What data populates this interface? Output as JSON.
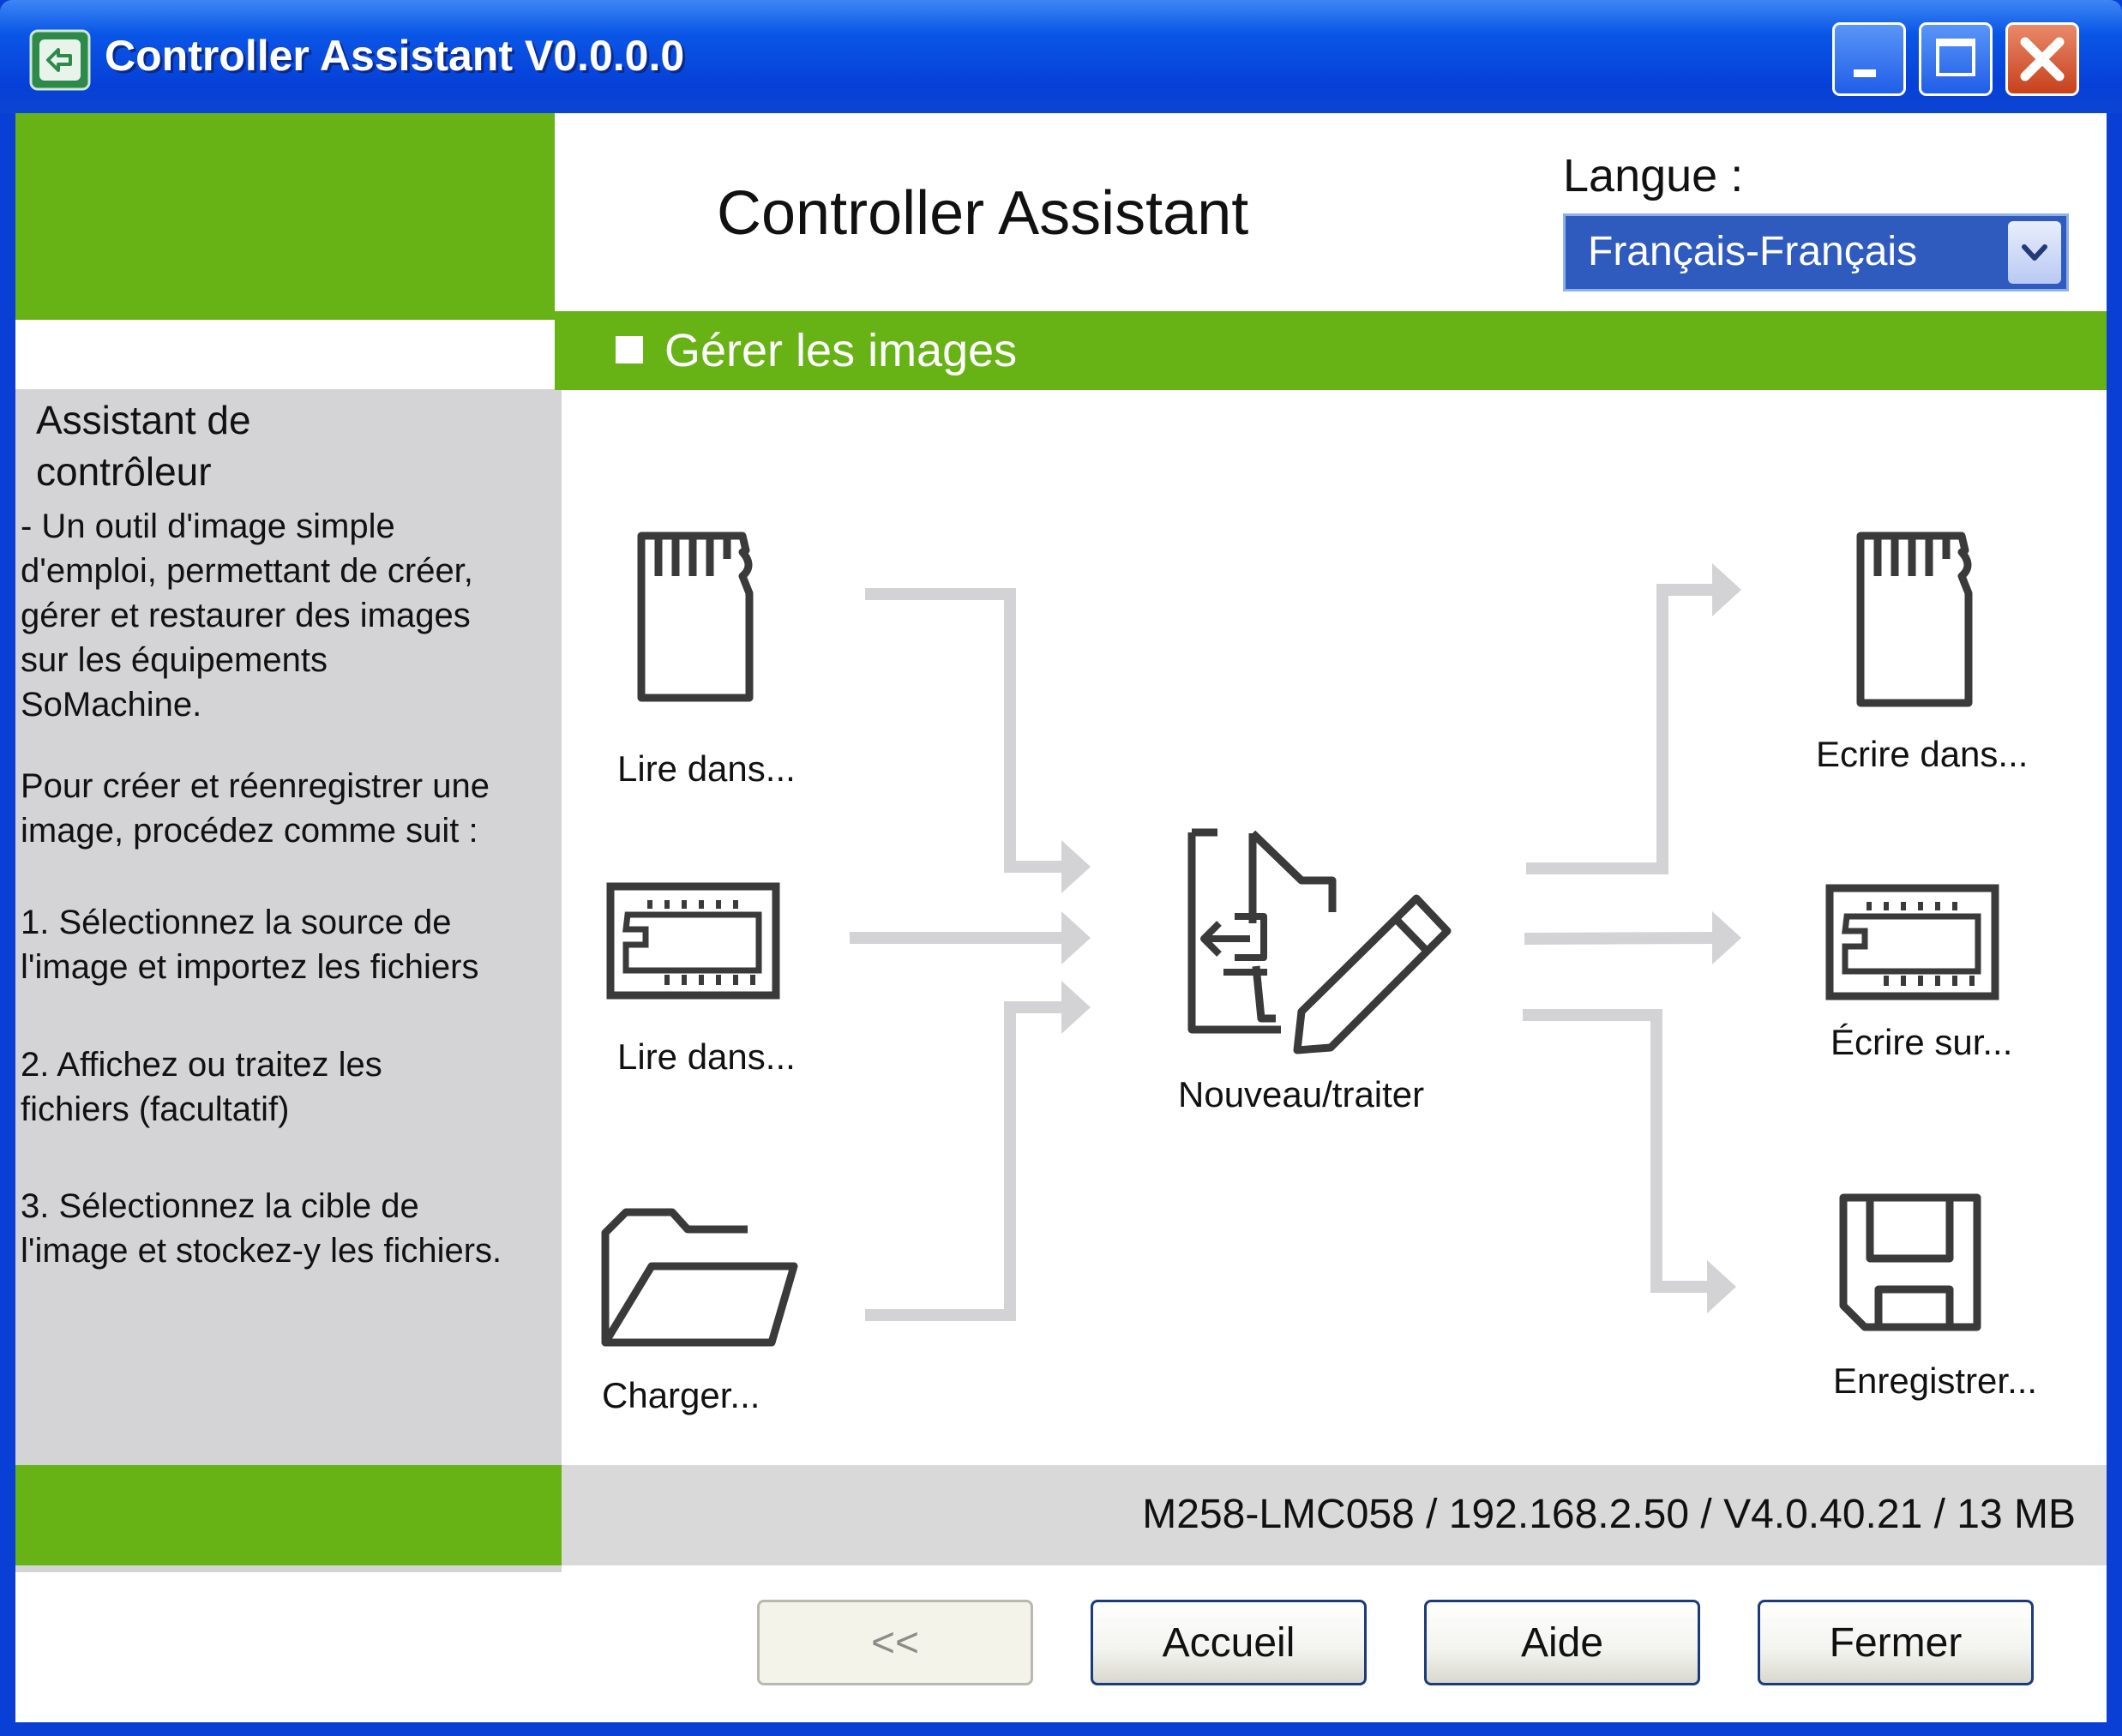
{
  "window": {
    "title": "Controller Assistant V0.0.0.0",
    "icon": "app-arrow-icon"
  },
  "header": {
    "app_title": "Controller Assistant",
    "language_label": "Langue :",
    "language_value": "Français-Français"
  },
  "section": {
    "title": "Gérer les images"
  },
  "sidebar": {
    "heading": "Assistant de\ncontrôleur",
    "intro": "- Un outil d'image simple\nd'emploi, permettant de créer,\ngérer et restaurer des images\nsur les équipements\nSoMachine.",
    "instructions": "Pour créer et réenregistrer une\nimage, procédez comme suit :",
    "step1": "1. Sélectionnez la source de\nl'image et importez les fichiers",
    "step2": "2. Affichez ou traitez les\nfichiers (facultatif)",
    "step3": "3. Sélectionnez la cible de\nl'image et stockez-y les fichiers."
  },
  "sources": [
    {
      "label": "Lire dans...",
      "icon": "sd-card-icon"
    },
    {
      "label": "Lire dans...",
      "icon": "controller-icon"
    },
    {
      "label": "Charger...",
      "icon": "folder-open-icon"
    }
  ],
  "center": {
    "label": "Nouveau/traiter",
    "icon": "edit-document-icon"
  },
  "targets": [
    {
      "label": "Ecrire dans...",
      "icon": "sd-card-icon"
    },
    {
      "label": "Écrire sur...",
      "icon": "controller-icon"
    },
    {
      "label": "Enregistrer...",
      "icon": "floppy-disk-icon"
    }
  ],
  "status": {
    "device_info": "M258-LMC058 / 192.168.2.50 / V4.0.40.21 / 13 MB"
  },
  "buttons": {
    "back": "<<",
    "home": "Accueil",
    "help": "Aide",
    "close": "Fermer"
  },
  "colors": {
    "accent_green": "#67b316",
    "titlebar_blue": "#0a56e6",
    "panel_gray": "#d4d4d6",
    "icon_dark": "#3a3a3a",
    "arrow_gray": "#d3d3d5"
  }
}
